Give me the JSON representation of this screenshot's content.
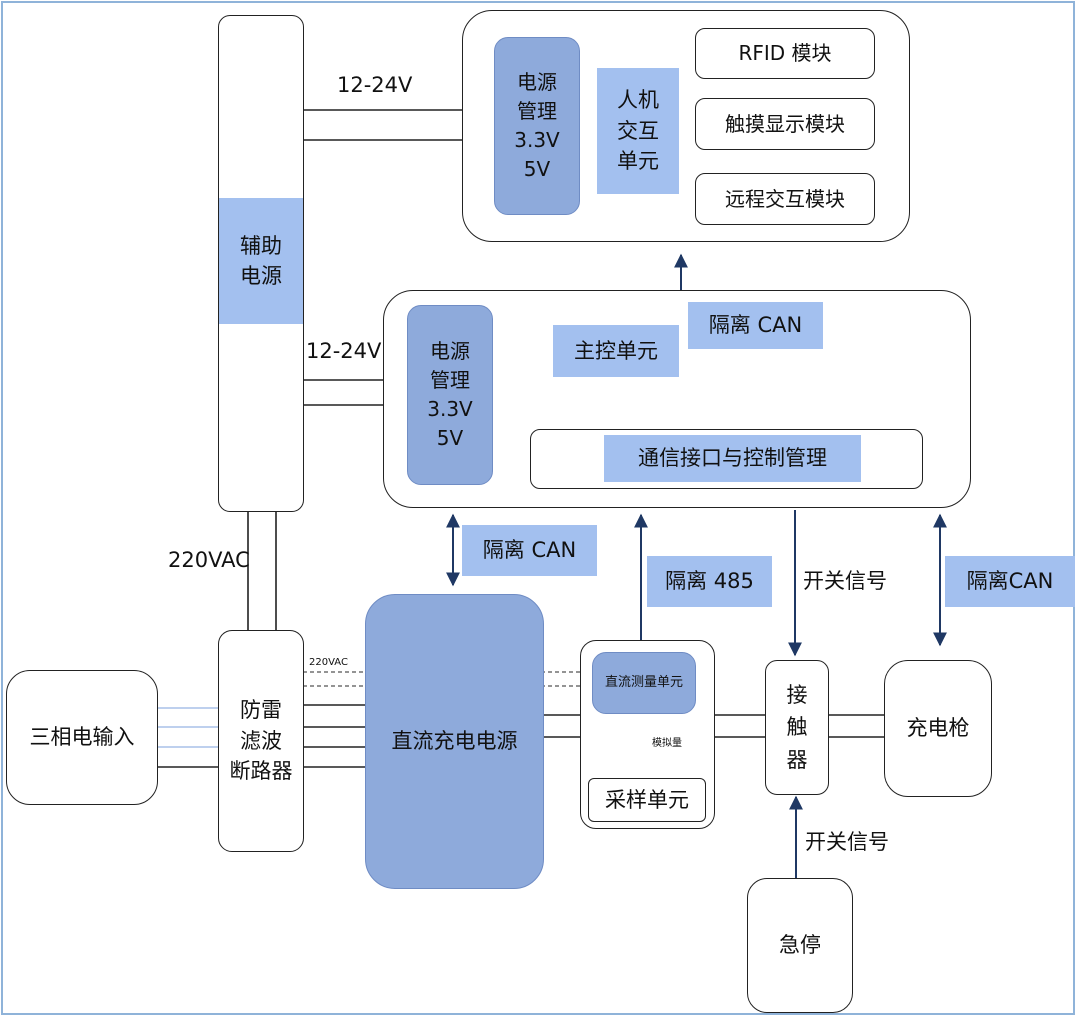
{
  "hmi": {
    "power": "电源\n管理\n3.3V\n5V",
    "unit": "人机\n交互\n单元",
    "rfid": "RFID 模块",
    "touch": "触摸显示模块",
    "remote": "远程交互模块"
  },
  "aux": "辅助\n电源",
  "volt_top": "12-24V",
  "volt_mid": "12-24V",
  "main": {
    "power": "电源\n管理\n3.3V\n5V",
    "unit": "主控单元",
    "comm": "通信接口与控制管理"
  },
  "can_top": "隔离 CAN",
  "can_left": "隔离 CAN",
  "rs485": "隔离 485",
  "switch_top": "开关信号",
  "can_right": "隔离CAN",
  "vac": "220VAC",
  "vac_small": "220VAC",
  "three_phase": "三相电输入",
  "lightning": "防雷\n滤波\n断路器",
  "dc_power": "直流充电电源",
  "dc_meter": "直流测量单元",
  "analog": "模拟量",
  "sampling": "采样单元",
  "contactor": "接\n触\n器",
  "gun": "充电枪",
  "switch_bottom": "开关信号",
  "estop": "急停"
}
